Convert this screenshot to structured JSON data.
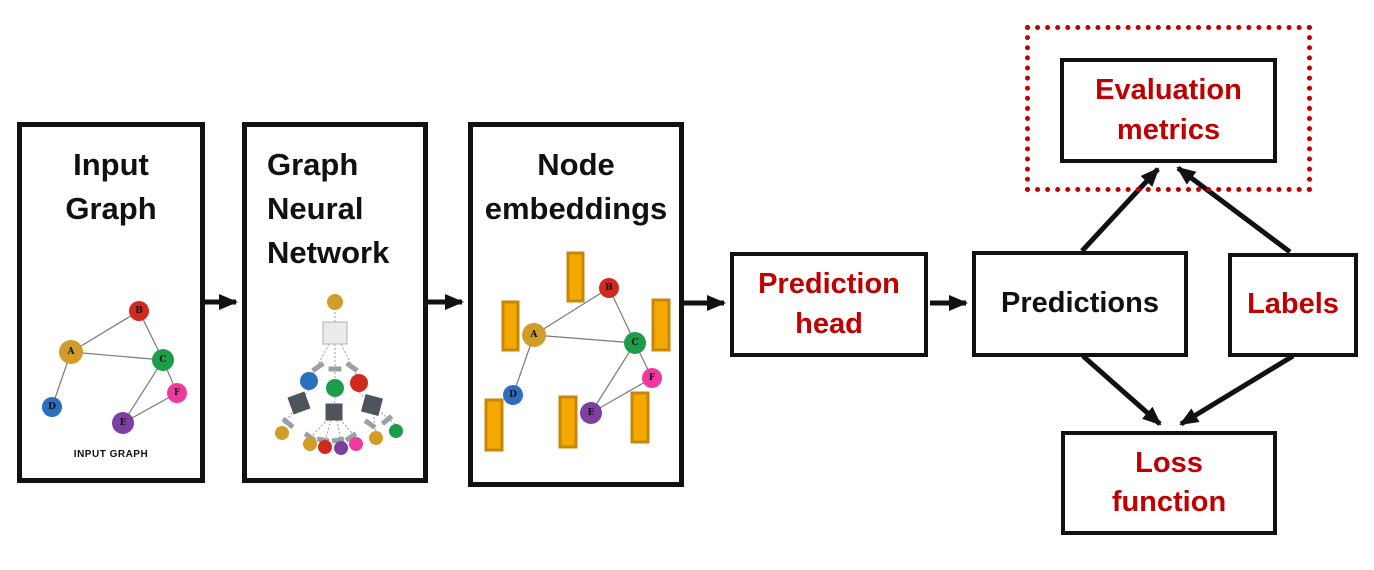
{
  "colors": {
    "accent_red": "#c00000",
    "box_border": "#111111",
    "node_a": "#d19d2a",
    "node_b": "#cf2a1e",
    "node_c": "#1d9c49",
    "node_d": "#2a6fc0",
    "node_e": "#7d3fa1",
    "node_f": "#f0399c",
    "bar_fill": "#f5a800",
    "bar_stroke": "#c8860a",
    "gnn_root_box_fill": "#ebebeb",
    "gnn_root_box_stroke": "#b0b0b0",
    "gnn_dark_square": "#4d545b"
  },
  "panels": {
    "input_graph": {
      "title_lines": [
        "Input",
        "Graph"
      ],
      "caption": "INPUT GRAPH"
    },
    "gnn": {
      "title_lines": [
        "Graph",
        "Neural",
        "Network"
      ]
    },
    "embeddings": {
      "title_lines": [
        "Node",
        "embeddings"
      ]
    }
  },
  "graph_nodes": [
    {
      "id": "A"
    },
    {
      "id": "B"
    },
    {
      "id": "C"
    },
    {
      "id": "D"
    },
    {
      "id": "E"
    },
    {
      "id": "F"
    }
  ],
  "flow": {
    "prediction_head_lines": [
      "Prediction",
      "head"
    ],
    "predictions_label": "Predictions",
    "labels_label": "Labels",
    "evaluation_lines": [
      "Evaluation",
      "metrics"
    ],
    "loss_lines": [
      "Loss",
      "function"
    ]
  }
}
